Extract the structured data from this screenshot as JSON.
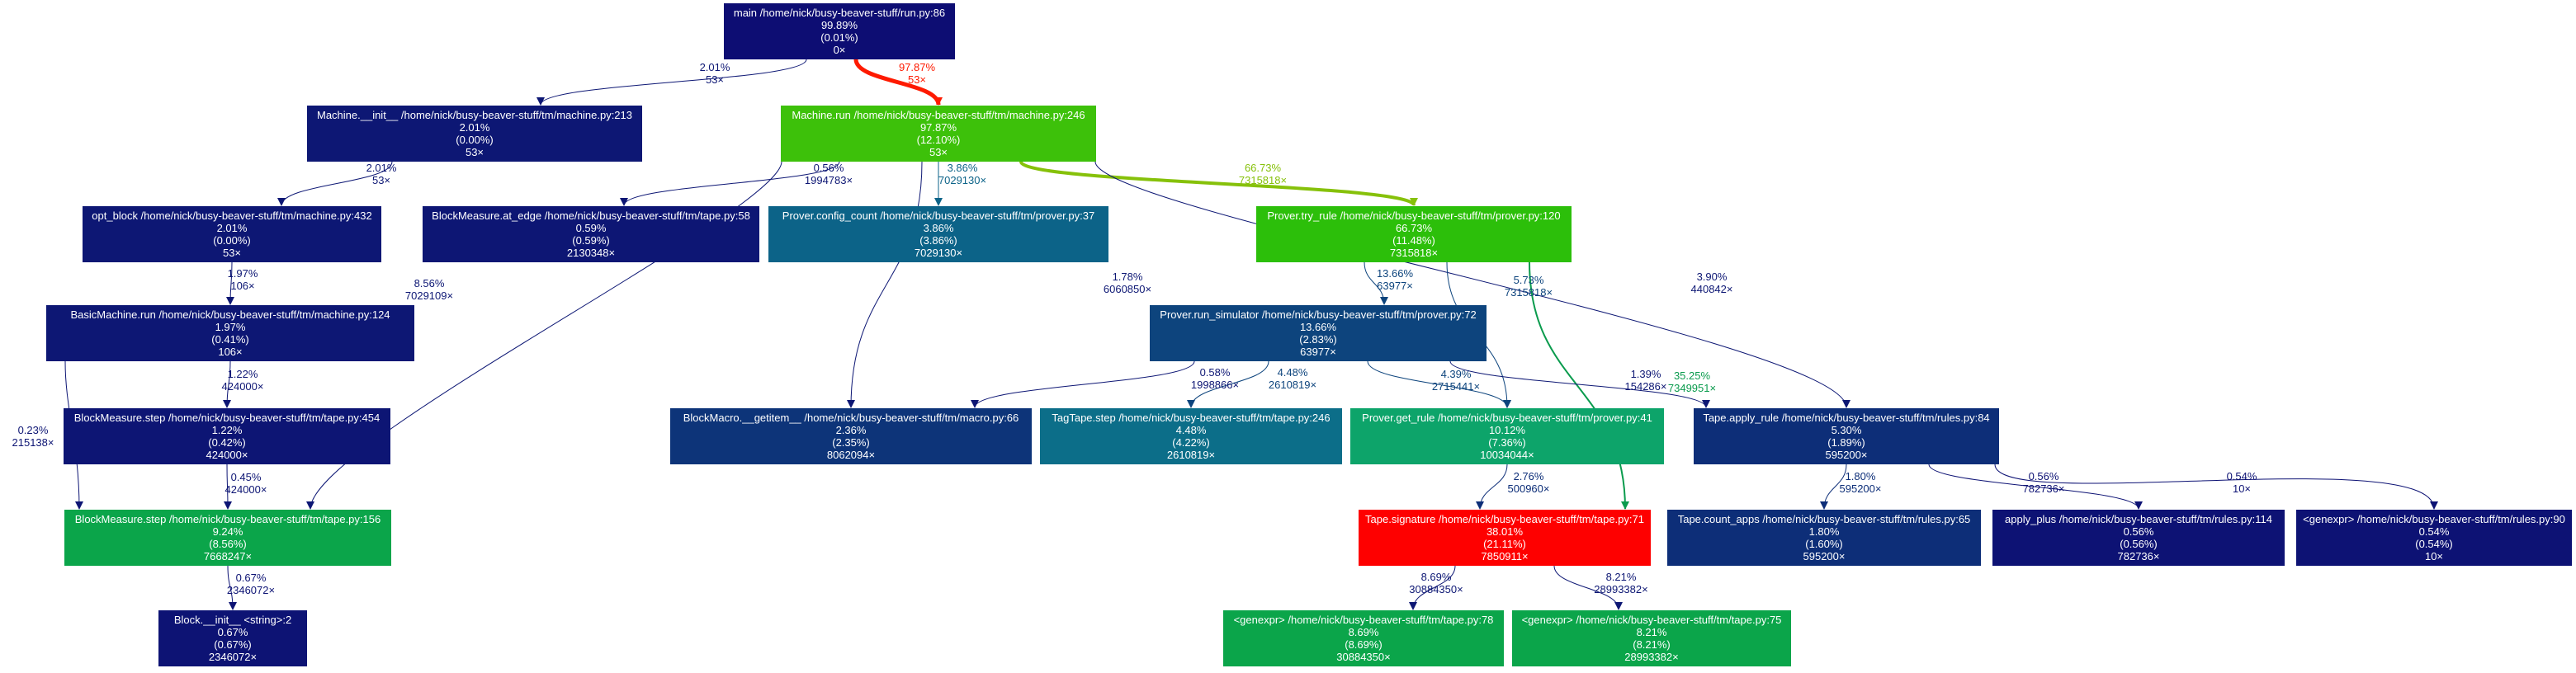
{
  "nodes": [
    {
      "id": "run_main",
      "lines": [
        "main /home/nick/busy-beaver-stuff/run.py:86",
        "99.89%",
        "(0.01%)",
        "0×"
      ],
      "color": "#0d0d73"
    },
    {
      "id": "machine_init",
      "lines": [
        "Machine.__init__ /home/nick/busy-beaver-stuff/tm/machine.py:213",
        "2.01%",
        "(0.00%)",
        "53×"
      ],
      "color": "#0d1774"
    },
    {
      "id": "machine_run",
      "lines": [
        "Machine.run /home/nick/busy-beaver-stuff/tm/machine.py:246",
        "97.87%",
        "(12.10%)",
        "53×"
      ],
      "color": "#3dc10a"
    },
    {
      "id": "opt_block",
      "lines": [
        "opt_block /home/nick/busy-beaver-stuff/tm/machine.py:432",
        "2.01%",
        "(0.00%)",
        "53×"
      ],
      "color": "#0d1774"
    },
    {
      "id": "blockmeasure_at_edge",
      "lines": [
        "BlockMeasure.at_edge /home/nick/busy-beaver-stuff/tm/tape.py:58",
        "0.59%",
        "(0.59%)",
        "2130348×"
      ],
      "color": "#0d1674"
    },
    {
      "id": "prover_config_count",
      "lines": [
        "Prover.config_count /home/nick/busy-beaver-stuff/tm/prover.py:37",
        "3.86%",
        "(3.86%)",
        "7029130×"
      ],
      "color": "#0c6388"
    },
    {
      "id": "prover_try_rule",
      "lines": [
        "Prover.try_rule /home/nick/busy-beaver-stuff/tm/prover.py:120",
        "66.73%",
        "(11.48%)",
        "7315818×"
      ],
      "color": "#2cbf0a"
    },
    {
      "id": "basicmachine_run",
      "lines": [
        "BasicMachine.run /home/nick/busy-beaver-stuff/tm/machine.py:124",
        "1.97%",
        "(0.41%)",
        "106×"
      ],
      "color": "#0d1774"
    },
    {
      "id": "prover_run_simulator",
      "lines": [
        "Prover.run_simulator /home/nick/busy-beaver-stuff/tm/prover.py:72",
        "13.66%",
        "(2.83%)",
        "63977×"
      ],
      "color": "#0d447d"
    },
    {
      "id": "blockmeasure_step_454",
      "lines": [
        "BlockMeasure.step /home/nick/busy-beaver-stuff/tm/tape.py:454",
        "1.22%",
        "(0.42%)",
        "424000×"
      ],
      "color": "#0d1574"
    },
    {
      "id": "blockmacro_getitem",
      "lines": [
        "BlockMacro.__getitem__ /home/nick/busy-beaver-stuff/tm/macro.py:66",
        "2.36%",
        "(2.35%)",
        "8062094×"
      ],
      "color": "#0d3479"
    },
    {
      "id": "tagtape_step",
      "lines": [
        "TagTape.step /home/nick/busy-beaver-stuff/tm/tape.py:246",
        "4.48%",
        "(4.22%)",
        "2610819×"
      ],
      "color": "#0c6e89"
    },
    {
      "id": "prover_get_rule",
      "lines": [
        "Prover.get_rule /home/nick/busy-beaver-stuff/tm/prover.py:41",
        "10.12%",
        "(7.36%)",
        "10034044×"
      ],
      "color": "#0da46a"
    },
    {
      "id": "tape_apply_rule",
      "lines": [
        "Tape.apply_rule /home/nick/busy-beaver-stuff/tm/rules.py:84",
        "5.30%",
        "(1.89%)",
        "595200×"
      ],
      "color": "#0d2e78"
    },
    {
      "id": "blockmeasure_step_156",
      "lines": [
        "BlockMeasure.step /home/nick/busy-beaver-stuff/tm/tape.py:156",
        "9.24%",
        "(8.56%)",
        "7668247×"
      ],
      "color": "#0ba54a"
    },
    {
      "id": "tape_signature",
      "lines": [
        "Tape.signature /home/nick/busy-beaver-stuff/tm/tape.py:71",
        "38.01%",
        "(21.11%)",
        "7850911×"
      ],
      "color": "#fe0000"
    },
    {
      "id": "tape_count_apps",
      "lines": [
        "Tape.count_apps /home/nick/busy-beaver-stuff/tm/rules.py:65",
        "1.80%",
        "(1.60%)",
        "595200×"
      ],
      "color": "#0d2e78"
    },
    {
      "id": "apply_plus",
      "lines": [
        "apply_plus /home/nick/busy-beaver-stuff/tm/rules.py:114",
        "0.56%",
        "(0.56%)",
        "782736×"
      ],
      "color": "#0d1274"
    },
    {
      "id": "genexpr_rules_90",
      "lines": [
        "<genexpr> /home/nick/busy-beaver-stuff/tm/rules.py:90",
        "0.54%",
        "(0.54%)",
        "10×"
      ],
      "color": "#0d1274"
    },
    {
      "id": "block_init",
      "lines": [
        "Block.__init__ <string>:2",
        "0.67%",
        "(0.67%)",
        "2346072×"
      ],
      "color": "#0d1374"
    },
    {
      "id": "genexpr_tape_78",
      "lines": [
        "<genexpr> /home/nick/busy-beaver-stuff/tm/tape.py:78",
        "8.69%",
        "(8.69%)",
        "30884350×"
      ],
      "color": "#0ba54a"
    },
    {
      "id": "genexpr_tape_75",
      "lines": [
        "<genexpr> /home/nick/busy-beaver-stuff/tm/tape.py:75",
        "8.21%",
        "(8.21%)",
        "28993382×"
      ],
      "color": "#0ba54a"
    }
  ],
  "edges": [
    {
      "from": "run_main",
      "to": "machine_init",
      "pct": "2.01%",
      "calls": "53×",
      "color": "#0d1774"
    },
    {
      "from": "run_main",
      "to": "machine_run",
      "pct": "97.87%",
      "calls": "53×",
      "color": "#fe1a00"
    },
    {
      "from": "machine_init",
      "to": "opt_block",
      "pct": "2.01%",
      "calls": "53×",
      "color": "#0d1774"
    },
    {
      "from": "machine_run",
      "to": "blockmeasure_at_edge",
      "pct": "0.56%",
      "calls": "1994783×",
      "color": "#0d1674"
    },
    {
      "from": "machine_run",
      "to": "prover_config_count",
      "pct": "3.86%",
      "calls": "7029130×",
      "color": "#0c6388"
    },
    {
      "from": "machine_run",
      "to": "prover_try_rule",
      "pct": "66.73%",
      "calls": "7315818×",
      "color": "#86c10a"
    },
    {
      "from": "machine_run",
      "to": "blockmeasure_step_156",
      "pct": "8.56%",
      "calls": "7029109×",
      "color": "#0d1774"
    },
    {
      "from": "machine_run",
      "to": "blockmacro_getitem",
      "pct": "1.78%",
      "calls": "6060850×",
      "color": "#0d1774"
    },
    {
      "from": "machine_run",
      "to": "tape_apply_rule",
      "pct": "3.90%",
      "calls": "440842×",
      "color": "#0d1774"
    },
    {
      "from": "opt_block",
      "to": "basicmachine_run",
      "pct": "1.97%",
      "calls": "106×",
      "color": "#0d1774"
    },
    {
      "from": "basicmachine_run",
      "to": "blockmeasure_step_454",
      "pct": "1.22%",
      "calls": "424000×",
      "color": "#0d1574"
    },
    {
      "from": "basicmachine_run",
      "to": "blockmeasure_step_156",
      "pct": "0.23%",
      "calls": "215138×",
      "color": "#0d1574"
    },
    {
      "from": "blockmeasure_step_454",
      "to": "blockmeasure_step_156",
      "pct": "0.45%",
      "calls": "424000×",
      "color": "#0d1574"
    },
    {
      "from": "prover_try_rule",
      "to": "prover_run_simulator",
      "pct": "13.66%",
      "calls": "63977×",
      "color": "#0d447d"
    },
    {
      "from": "prover_try_rule",
      "to": "prover_get_rule",
      "pct": "5.73%",
      "calls": "7315818×",
      "color": "#0d447d"
    },
    {
      "from": "prover_try_rule",
      "to": "tape_signature",
      "pct": "35.25%",
      "calls": "7349951×",
      "color": "#0a9b4d"
    },
    {
      "from": "prover_run_simulator",
      "to": "blockmacro_getitem",
      "pct": "0.58%",
      "calls": "1998866×",
      "color": "#0d1674"
    },
    {
      "from": "prover_run_simulator",
      "to": "tagtape_step",
      "pct": "4.48%",
      "calls": "2610819×",
      "color": "#0d447d"
    },
    {
      "from": "prover_run_simulator",
      "to": "prover_get_rule",
      "pct": "4.39%",
      "calls": "2715441×",
      "color": "#0d447d"
    },
    {
      "from": "prover_run_simulator",
      "to": "tape_apply_rule",
      "pct": "1.39%",
      "calls": "154286×",
      "color": "#0d1774"
    },
    {
      "from": "prover_get_rule",
      "to": "tape_signature",
      "pct": "2.76%",
      "calls": "500960×",
      "color": "#0d2e78"
    },
    {
      "from": "tape_apply_rule",
      "to": "tape_count_apps",
      "pct": "1.80%",
      "calls": "595200×",
      "color": "#0d2e78"
    },
    {
      "from": "tape_apply_rule",
      "to": "apply_plus",
      "pct": "0.56%",
      "calls": "782736×",
      "color": "#0d1274"
    },
    {
      "from": "tape_apply_rule",
      "to": "genexpr_rules_90",
      "pct": "0.54%",
      "calls": "10×",
      "color": "#0d1274"
    },
    {
      "from": "blockmeasure_step_156",
      "to": "block_init",
      "pct": "0.67%",
      "calls": "2346072×",
      "color": "#0d1374"
    },
    {
      "from": "tape_signature",
      "to": "genexpr_tape_78",
      "pct": "8.69%",
      "calls": "30884350×",
      "color": "#0d1774"
    },
    {
      "from": "tape_signature",
      "to": "genexpr_tape_75",
      "pct": "8.21%",
      "calls": "28993382×",
      "color": "#0d1774"
    }
  ]
}
